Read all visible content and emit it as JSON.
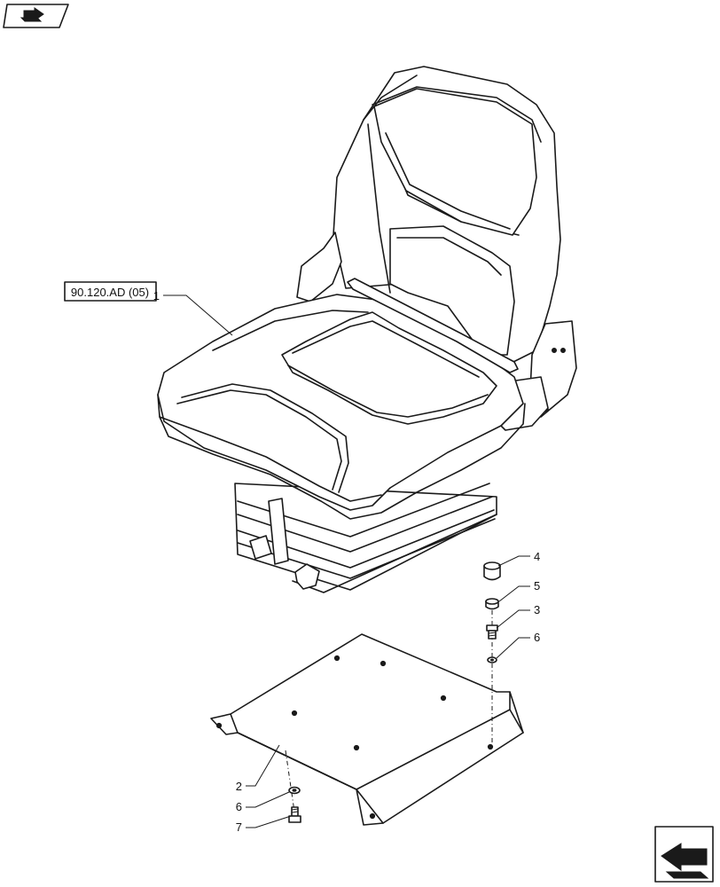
{
  "reference_label": "90.120.AD (05)",
  "callouts": {
    "seat": "1",
    "plate": "2",
    "bolt_top": "3",
    "cap": "4",
    "spacer": "5",
    "washer_top": "6",
    "washer_bottom": "6",
    "bolt_bottom": "7"
  },
  "icons": {
    "top_left": "book-arrow-icon",
    "bottom_right": "next-page-arrow-icon"
  }
}
